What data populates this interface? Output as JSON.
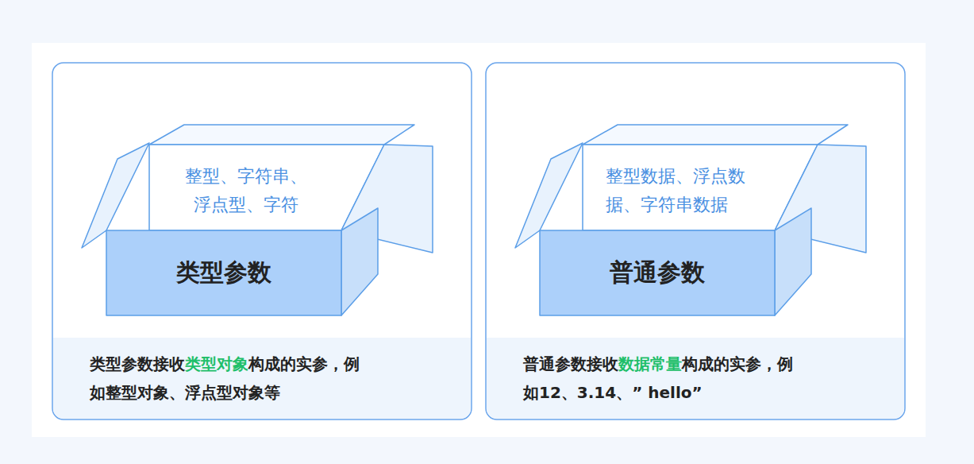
{
  "diagram": {
    "nodes": [
      {
        "text": [
          "整型、字符串、浮点型、字符"
        ]
      },
      {
        "text": [
          "类型参数"
        ]
      },
      {
        "text": [
          "类型参数接收",
          "类型对象",
          "构成的实参，例如整型对象、浮点型对象等"
        ]
      },
      {
        "text": [
          "整型数据、浮点数据、字符串数据"
        ]
      },
      {
        "text": [
          "普通参数"
        ]
      },
      {
        "text": [
          "普通参数接收",
          "数据常量",
          "构成的实参，例如12、3.14、” hello”"
        ]
      }
    ]
  }
}
